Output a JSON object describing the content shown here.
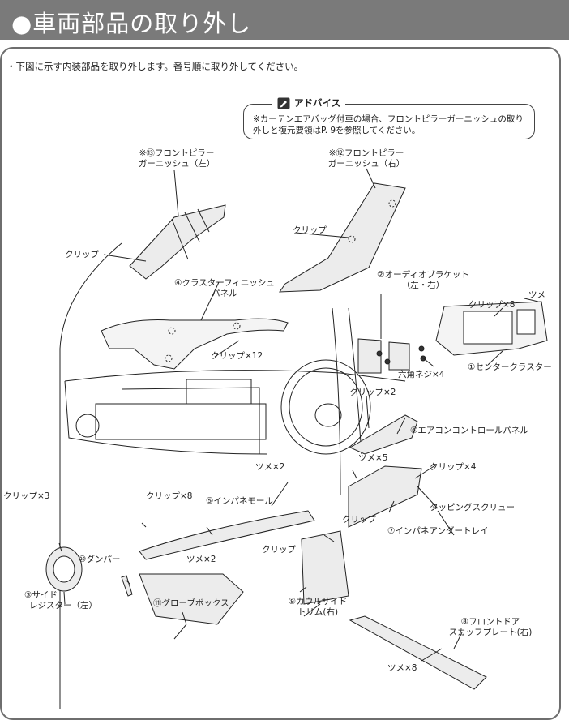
{
  "header": {
    "title": "●車両部品の取り外し"
  },
  "intro": "・下図に示す内装部品を取り外します。番号順に取り外してください。",
  "advice": {
    "title": "アドバイス",
    "text": "※カーテンエアバッグ付車の場合、フロントピラーガーニッシュの取り外しと復元要領はP. 9を参照してください。"
  },
  "labels": {
    "p13_l1": "※⑬フロントピラー",
    "p13_l2": "ガーニッシュ（左）",
    "p12_l1": "※⑫フロントピラー",
    "p12_l2": "ガーニッシュ（右）",
    "clip_12": "クリップ",
    "clip_13": "クリップ",
    "p4_l1": "④クラスターフィニッシュ",
    "p4_l2": "パネル",
    "clip_x12": "クリップ×12",
    "p2_l1": "②オーディオブラケット",
    "p2_l2": "（左・右）",
    "clip_x8_top": "クリップ×8",
    "tsume_top": "ツメ",
    "hex_screw": "六角ネジ×4",
    "p1": "①センタークラスター",
    "clip_x2": "クリップ×2",
    "p6": "⑥エアコンコントロールパネル",
    "tsume_x5": "ツメ×5",
    "tsume_x2_mid": "ツメ×2",
    "clip_x4": "クリップ×4",
    "clip_x3": "クリップ×3",
    "clip_x8_bottom": "クリップ×8",
    "p5": "⑤インパネモール",
    "tapping": "タッピングスクリュー",
    "clip_cowl_right": "クリップ",
    "p7": "⑦インパネアンダートレイ",
    "clip_cowl_left": "クリップ",
    "p10": "⑩ダンパー",
    "tsume_x2_glove": "ツメ×2",
    "p3_l1": "③サイド",
    "p3_l2": "レジスター（左）",
    "p11": "⑪グローブボックス",
    "p9_l1": "⑨カウルサイド",
    "p9_l2": "トリム(右)",
    "p8_l1": "⑧フロントドア",
    "p8_l2": "スカッフプレート(右)",
    "tsume_x8": "ツメ×8"
  },
  "colors": {
    "header_bg": "#7a7a7a",
    "frame": "#6e6e6e",
    "part_fill": "#ececec",
    "line": "#222222"
  },
  "icons": {
    "advice": "pencil-note-icon"
  }
}
